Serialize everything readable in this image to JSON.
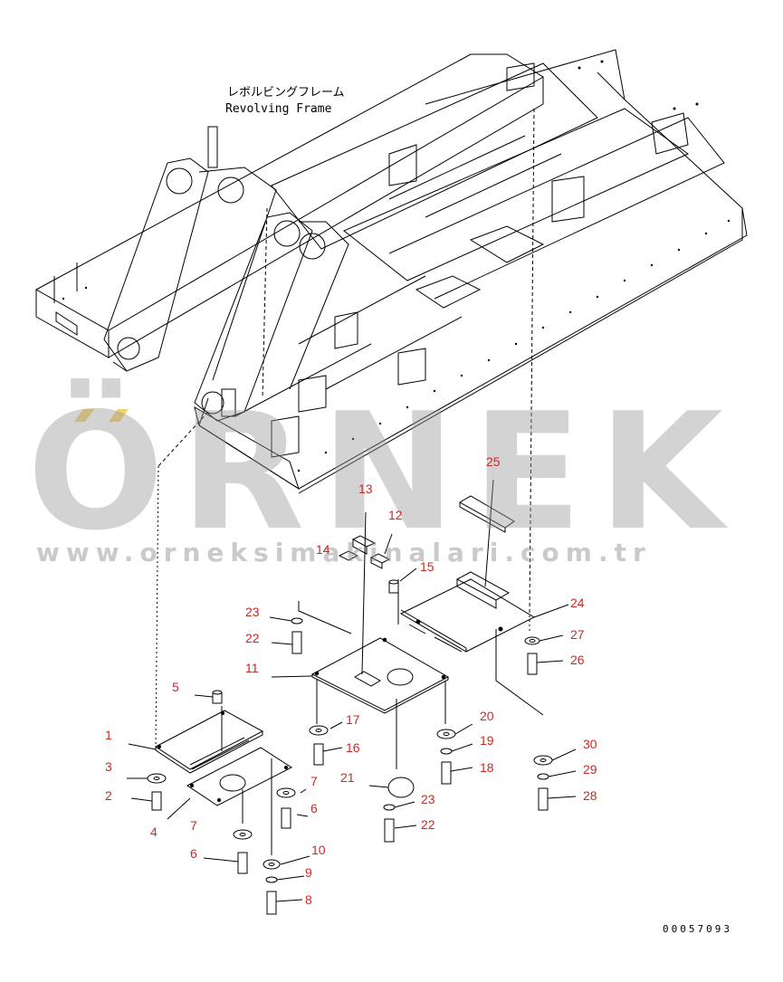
{
  "frame_label": {
    "jp": "レボルビングフレーム",
    "en": "Revolving Frame"
  },
  "callouts": [
    {
      "id": "1",
      "text": "1"
    },
    {
      "id": "2",
      "text": "2"
    },
    {
      "id": "3",
      "text": "3"
    },
    {
      "id": "4",
      "text": "4"
    },
    {
      "id": "5",
      "text": "5"
    },
    {
      "id": "6a",
      "text": "6"
    },
    {
      "id": "6b",
      "text": "6"
    },
    {
      "id": "7a",
      "text": "7"
    },
    {
      "id": "7b",
      "text": "7"
    },
    {
      "id": "8",
      "text": "8"
    },
    {
      "id": "9",
      "text": "9"
    },
    {
      "id": "10",
      "text": "10"
    },
    {
      "id": "11",
      "text": "11"
    },
    {
      "id": "12",
      "text": "12"
    },
    {
      "id": "13",
      "text": "13"
    },
    {
      "id": "14",
      "text": "14"
    },
    {
      "id": "15",
      "text": "15"
    },
    {
      "id": "16",
      "text": "16"
    },
    {
      "id": "17",
      "text": "17"
    },
    {
      "id": "18",
      "text": "18"
    },
    {
      "id": "19",
      "text": "19"
    },
    {
      "id": "20",
      "text": "20"
    },
    {
      "id": "21",
      "text": "21"
    },
    {
      "id": "22a",
      "text": "22"
    },
    {
      "id": "22b",
      "text": "22"
    },
    {
      "id": "23a",
      "text": "23"
    },
    {
      "id": "23b",
      "text": "23"
    },
    {
      "id": "24",
      "text": "24"
    },
    {
      "id": "25",
      "text": "25"
    },
    {
      "id": "26",
      "text": "26"
    },
    {
      "id": "27",
      "text": "27"
    },
    {
      "id": "28",
      "text": "28"
    },
    {
      "id": "29",
      "text": "29"
    },
    {
      "id": "30",
      "text": "30"
    }
  ],
  "drawing_number": "00057093",
  "watermark": {
    "word": "ÖRNEK",
    "url": "www.orneksimakinalari.com.tr"
  },
  "colors": {
    "callout": "#cc2a22",
    "line": "#000000",
    "watermark": "#969696",
    "watermark_accent": "#f2d36b"
  }
}
